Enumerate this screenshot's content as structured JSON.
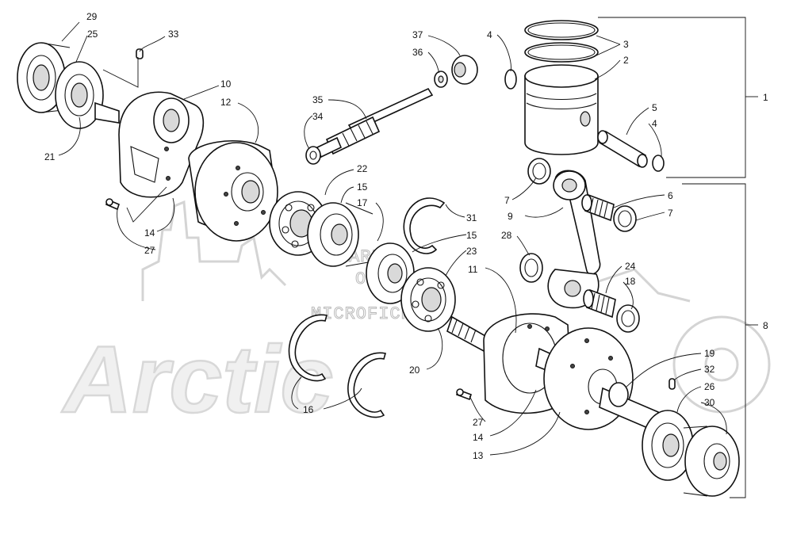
{
  "watermark": {
    "brand": "Arctic",
    "line1": "ARI'S",
    "line2": "ONLINE",
    "line3": "MICROFICHE"
  },
  "callouts": [
    {
      "id": "c29",
      "text": "29"
    },
    {
      "id": "c25",
      "text": "25"
    },
    {
      "id": "c33",
      "text": "33"
    },
    {
      "id": "c10",
      "text": "10"
    },
    {
      "id": "c12",
      "text": "12"
    },
    {
      "id": "c21",
      "text": "21"
    },
    {
      "id": "c14a",
      "text": "14"
    },
    {
      "id": "c27a",
      "text": "27"
    },
    {
      "id": "c37",
      "text": "37"
    },
    {
      "id": "c36",
      "text": "36"
    },
    {
      "id": "c35",
      "text": "35"
    },
    {
      "id": "c34",
      "text": "34"
    },
    {
      "id": "c22",
      "text": "22"
    },
    {
      "id": "c15a",
      "text": "15"
    },
    {
      "id": "c17",
      "text": "17"
    },
    {
      "id": "c31",
      "text": "31"
    },
    {
      "id": "c15b",
      "text": "15"
    },
    {
      "id": "c23",
      "text": "23"
    },
    {
      "id": "c11",
      "text": "11"
    },
    {
      "id": "c20",
      "text": "20"
    },
    {
      "id": "c16",
      "text": "16"
    },
    {
      "id": "c27b",
      "text": "27"
    },
    {
      "id": "c14b",
      "text": "14"
    },
    {
      "id": "c13",
      "text": "13"
    },
    {
      "id": "c4a",
      "text": "4"
    },
    {
      "id": "c3",
      "text": "3"
    },
    {
      "id": "c2",
      "text": "2"
    },
    {
      "id": "c1",
      "text": "1"
    },
    {
      "id": "c5",
      "text": "5"
    },
    {
      "id": "c4b",
      "text": "4"
    },
    {
      "id": "c7a",
      "text": "7"
    },
    {
      "id": "c6",
      "text": "6"
    },
    {
      "id": "c9",
      "text": "9"
    },
    {
      "id": "c7b",
      "text": "7"
    },
    {
      "id": "c28",
      "text": "28"
    },
    {
      "id": "c24",
      "text": "24"
    },
    {
      "id": "c18",
      "text": "18"
    },
    {
      "id": "c8",
      "text": "8"
    },
    {
      "id": "c19",
      "text": "19"
    },
    {
      "id": "c32",
      "text": "32"
    },
    {
      "id": "c26",
      "text": "26"
    },
    {
      "id": "c30",
      "text": "30"
    }
  ]
}
